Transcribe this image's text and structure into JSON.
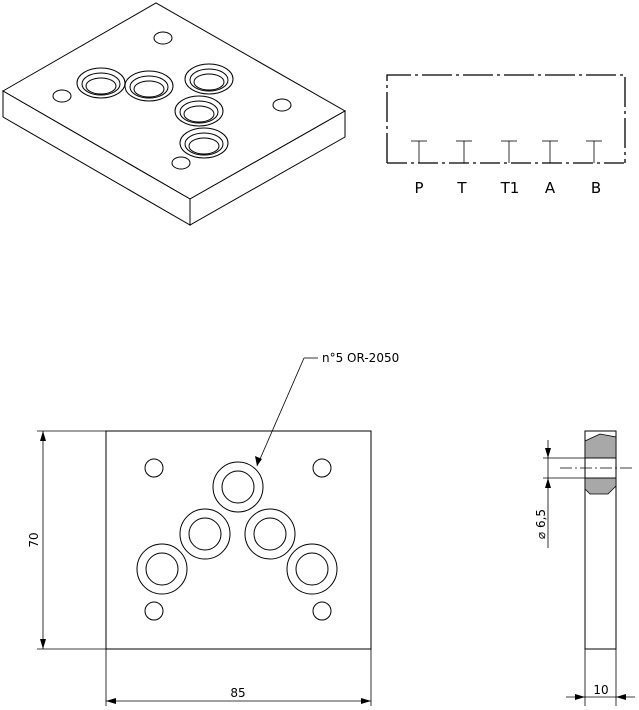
{
  "ports": {
    "labels": [
      "P",
      "T",
      "T1",
      "A",
      "B"
    ]
  },
  "drawing": {
    "callout": "n°5 OR-2050",
    "dim_width": "85",
    "dim_height": "70",
    "dim_hole": "⌀ 6,5",
    "dim_thickness": "10"
  }
}
